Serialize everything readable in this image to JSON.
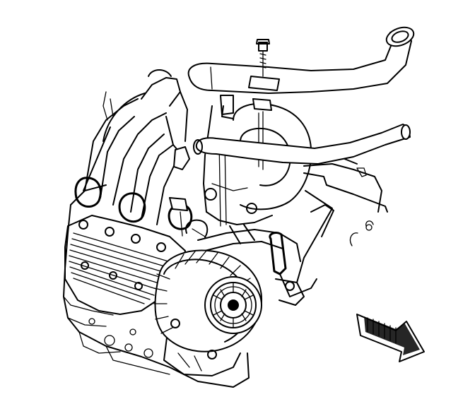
{
  "diagram": {
    "kind": "exploded-view line illustration",
    "labels": [],
    "parts": [
      "upper-radiator-hose",
      "heater-hose",
      "hose-bracket-bolt",
      "hose-bracket",
      "generator",
      "generator-pulley",
      "intake-manifold",
      "valve-cover",
      "engine-block",
      "front-direction-arrow"
    ],
    "line_color": "#000000",
    "background_color": "#ffffff"
  }
}
